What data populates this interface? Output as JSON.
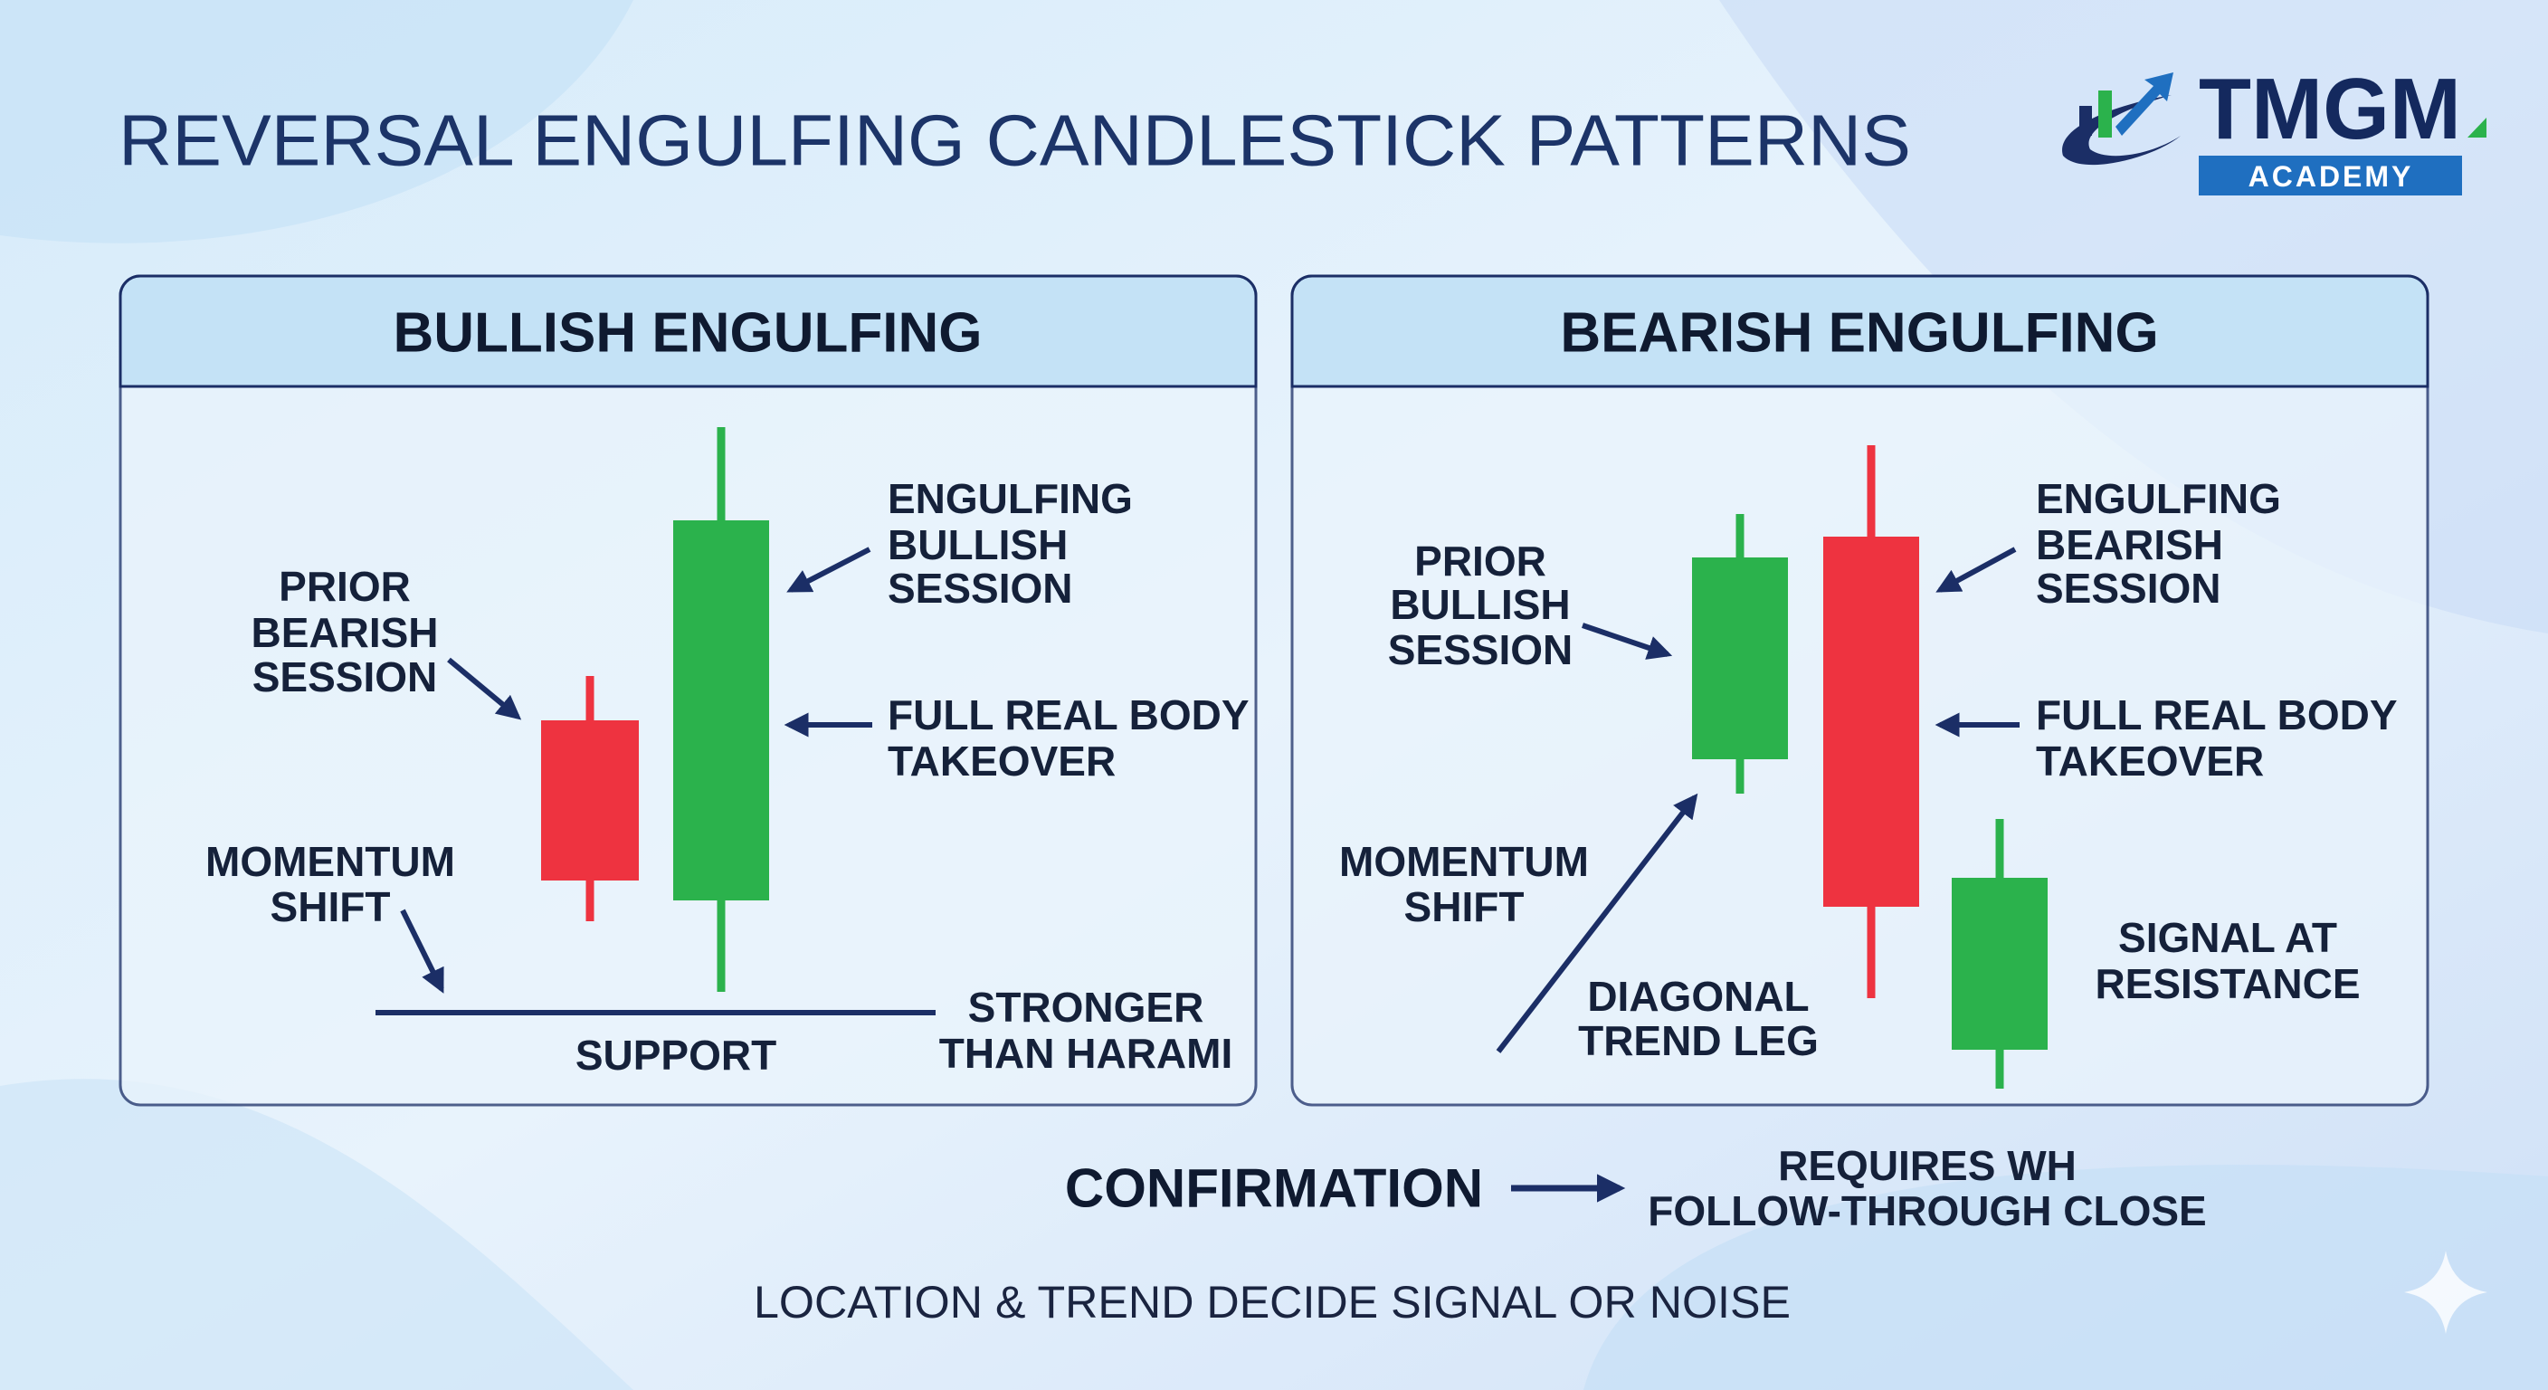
{
  "title": "REVERSAL ENGULFING CANDLESTICK PATTERNS",
  "logo": {
    "brand": "TMGM",
    "sub": "ACADEMY"
  },
  "colors": {
    "navy": "#1b2e66",
    "bull": "#2bb24c",
    "bear": "#ee3340",
    "panel_header": "#c4e2f6",
    "logo_blue": "#1f6fc0"
  },
  "bullish": {
    "header": "BULLISH ENGULFING",
    "prior": [
      "PRIOR",
      "BEARISH",
      "SESSION"
    ],
    "engulf": [
      "ENGULFING",
      "BULLISH",
      "SESSION"
    ],
    "takeover": [
      "FULL REAL BODY",
      "TAKEOVER"
    ],
    "momentum": [
      "MOMENTUM",
      "SHIFT"
    ],
    "support": "SUPPORT",
    "stronger": [
      "STRONGER",
      "THAN HARAMI"
    ]
  },
  "bearish": {
    "header": "BEARISH ENGULFING",
    "prior": [
      "PRIOR",
      "BULLISH",
      "SESSION"
    ],
    "engulf": [
      "ENGULFING",
      "BEARISH",
      "SESSION"
    ],
    "takeover": [
      "FULL REAL BODY",
      "TAKEOVER"
    ],
    "momentum": [
      "MOMENTUM",
      "SHIFT"
    ],
    "diagonal": [
      "DIAGONAL",
      "TREND LEG"
    ],
    "signal": [
      "SIGNAL AT",
      "RESISTANCE"
    ]
  },
  "confirmation": {
    "label": "CONFIRMATION",
    "text": [
      "REQUIRES WH",
      "FOLLOW-THROUGH CLOSE"
    ]
  },
  "footer": "LOCATION & TREND DECIDE SIGNAL OR NOISE"
}
